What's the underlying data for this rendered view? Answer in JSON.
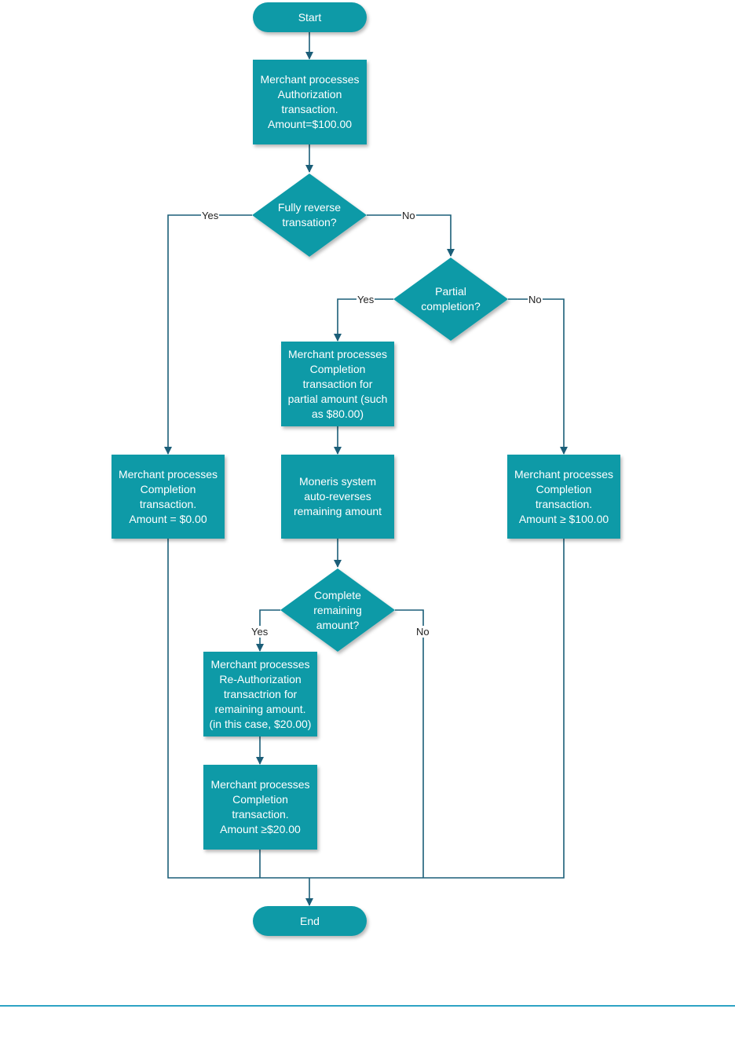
{
  "nodes": {
    "start": "Start",
    "auth": "Merchant processes\nAuthorization\ntransaction.\nAmount=$100.00",
    "fully_reverse": "Fully reverse\ntransation?",
    "partial": "Partial\ncompletion?",
    "partial_completion": "Merchant processes\nCompletion\ntransaction for\npartial amount (such\nas $80.00)",
    "auto_reverse": "Moneris system\nauto-reverses\nremaining amount",
    "complete_remaining": "Complete\nremaining\namount?",
    "reauth": "Merchant processes\nRe-Authorization\ntransactrion for\nremaining amount.\n(in this case, $20.00)",
    "completion_20": "Merchant processes\nCompletion\ntransaction.\nAmount ≥$20.00",
    "completion_0": "Merchant processes\nCompletion\ntransaction.\nAmount = $0.00",
    "completion_100": "Merchant processes\nCompletion\ntransaction.\nAmount ≥ $100.00",
    "end": "End"
  },
  "edges": {
    "yes1": "Yes",
    "no1": "No",
    "yes2": "Yes",
    "no2": "No",
    "yes3": "Yes",
    "no3": "No"
  },
  "colors": {
    "shape_fill": "#0E9AA7",
    "connector": "#1B5E78",
    "footer_rule": "#2EA3C4"
  }
}
